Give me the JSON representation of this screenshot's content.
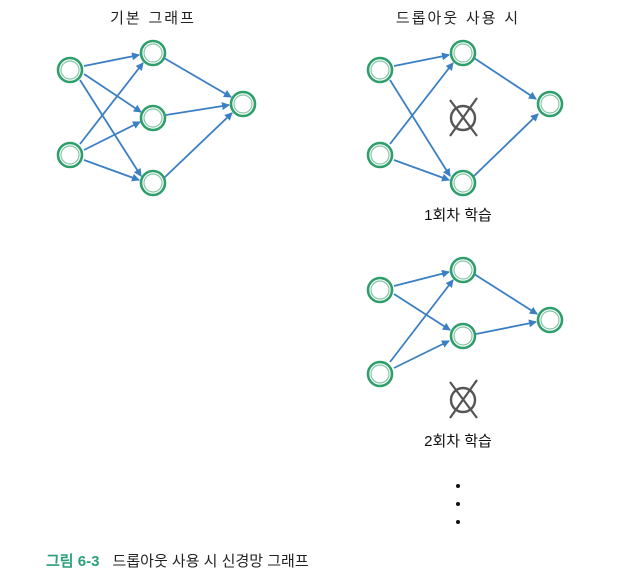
{
  "titles": {
    "basic": "기본 그래프",
    "dropout": "드롭아웃 사용 시"
  },
  "rounds": {
    "first": "1회차 학습",
    "second": "2회차 학습"
  },
  "caption": {
    "number": "그림 6-3",
    "text": "드롭아웃 사용 시 신경망 그래프"
  },
  "colors": {
    "node": "#2e9e6b",
    "edge": "#3b7fc4",
    "dropped": "#555555",
    "caption_accent": "#2aa07a"
  },
  "ellipsis": "⋮"
}
